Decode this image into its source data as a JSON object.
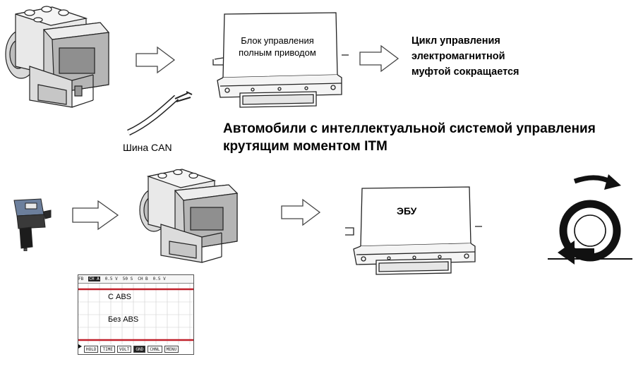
{
  "top": {
    "ecu_label_line1": "Блок управления",
    "ecu_label_line2": "полным приводом",
    "result_line1": "Цикл управления",
    "result_line2": "электромагнитной",
    "result_line3": "муфтой сокращается",
    "can_label": "Шина CAN"
  },
  "headline": {
    "line1": "Автомобили с интеллектуальной системой управления",
    "line2": "крутящим моментом ITM"
  },
  "bottom": {
    "ecu_label": "ЭБУ"
  },
  "oscilloscope": {
    "header": [
      "FB",
      "CH A",
      "0.5 V",
      "50 S",
      "CH B",
      "0.5 V"
    ],
    "trace_with_abs": "С ABS",
    "trace_without_abs": "Без ABS",
    "buttons": [
      "HOLD",
      "TIME",
      "VOLT",
      "GND",
      "CHNL",
      "MENU"
    ],
    "active_button": "GND",
    "trace_color": "#c0202a",
    "grid_color": "#cfcfcf"
  },
  "icons": {
    "abs_modulator": "abs-hydraulic-unit-icon",
    "wheel_sensor": "wheel-speed-sensor-icon",
    "can_cable": "can-bus-cable-icon",
    "arrow": "hollow-right-arrow-icon",
    "ecu_box": "ecu-box-icon",
    "wheel_rotation": "wheel-rotation-icon"
  }
}
